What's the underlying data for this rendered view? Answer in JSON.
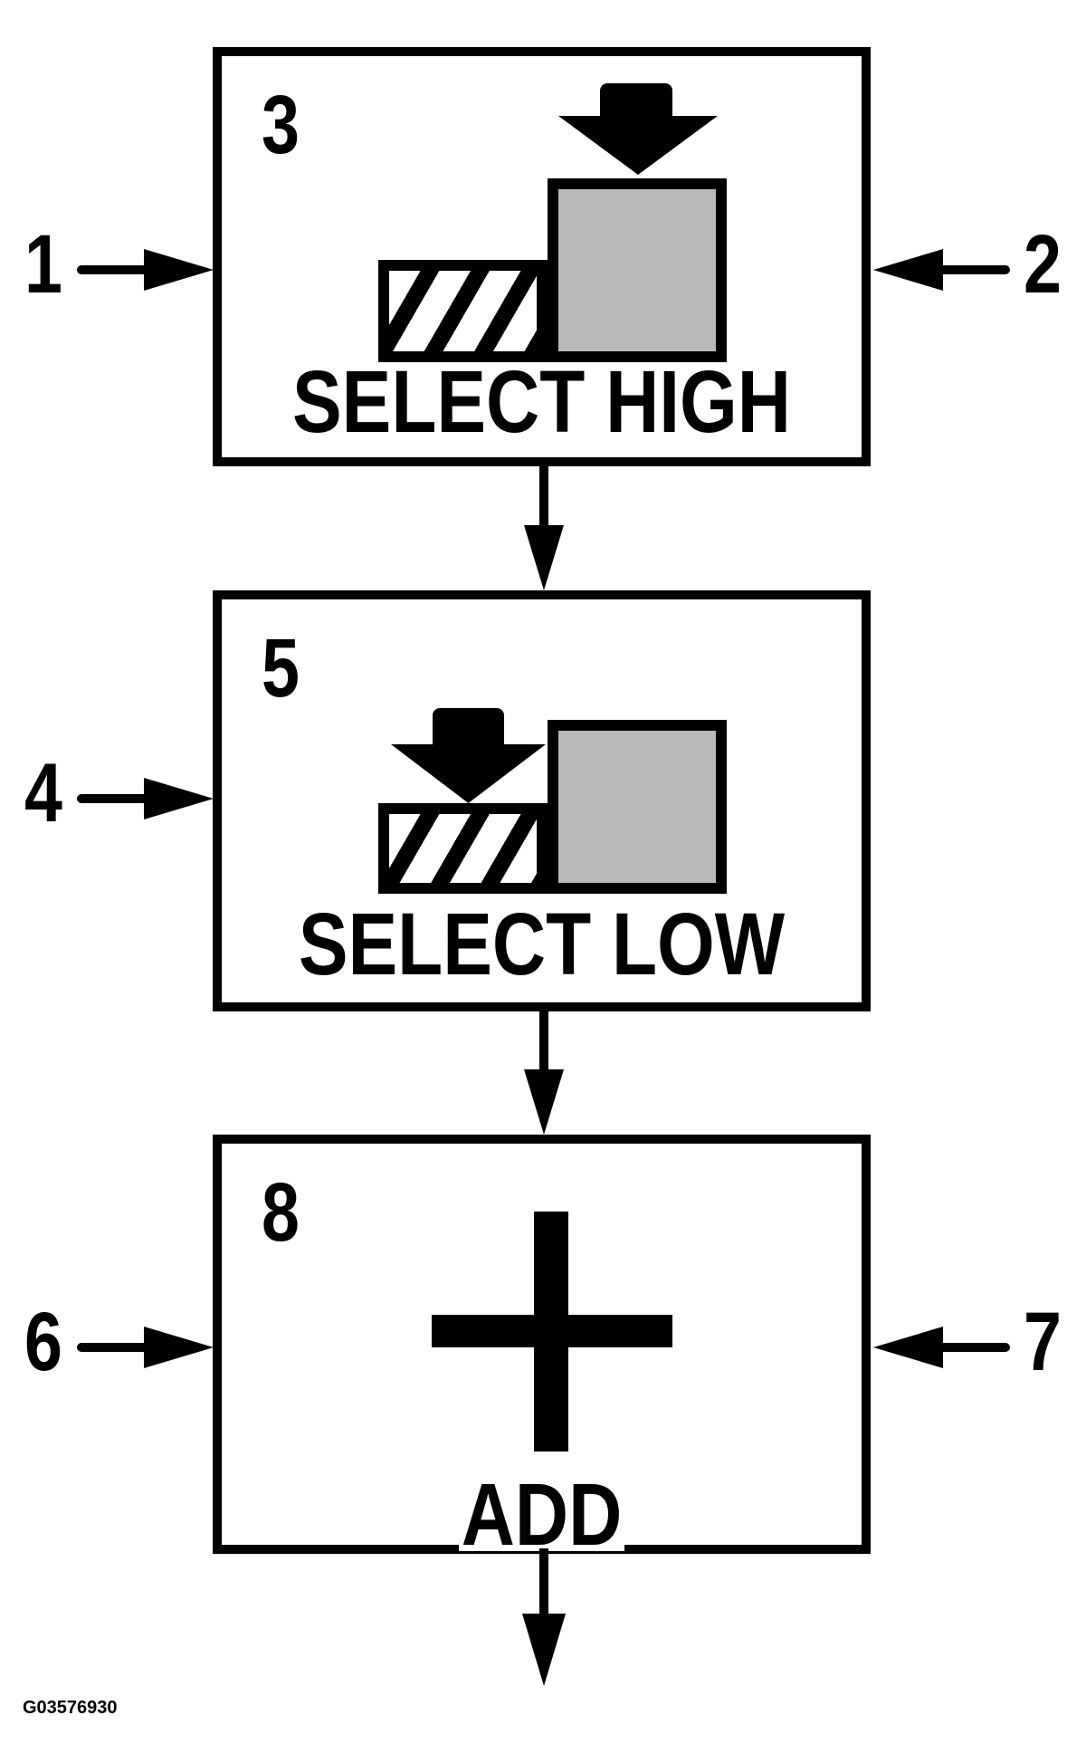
{
  "figure": {
    "code": "G03576930"
  },
  "colors": {
    "ink": "#000000",
    "paper": "#ffffff",
    "block_gray": "#b9b9b9"
  },
  "steps": [
    {
      "key": "select-high",
      "number": "3",
      "label": "SELECT HIGH",
      "icon": "press-on-high-block"
    },
    {
      "key": "select-low",
      "number": "5",
      "label": "SELECT LOW",
      "icon": "press-on-low-block"
    },
    {
      "key": "add",
      "number": "8",
      "label": "ADD",
      "icon": "plus"
    }
  ],
  "callouts": [
    {
      "number": "1",
      "side": "left",
      "step": "select-high"
    },
    {
      "number": "2",
      "side": "right",
      "step": "select-high"
    },
    {
      "number": "4",
      "side": "left",
      "step": "select-low"
    },
    {
      "number": "6",
      "side": "left",
      "step": "add"
    },
    {
      "number": "7",
      "side": "right",
      "step": "add"
    }
  ]
}
